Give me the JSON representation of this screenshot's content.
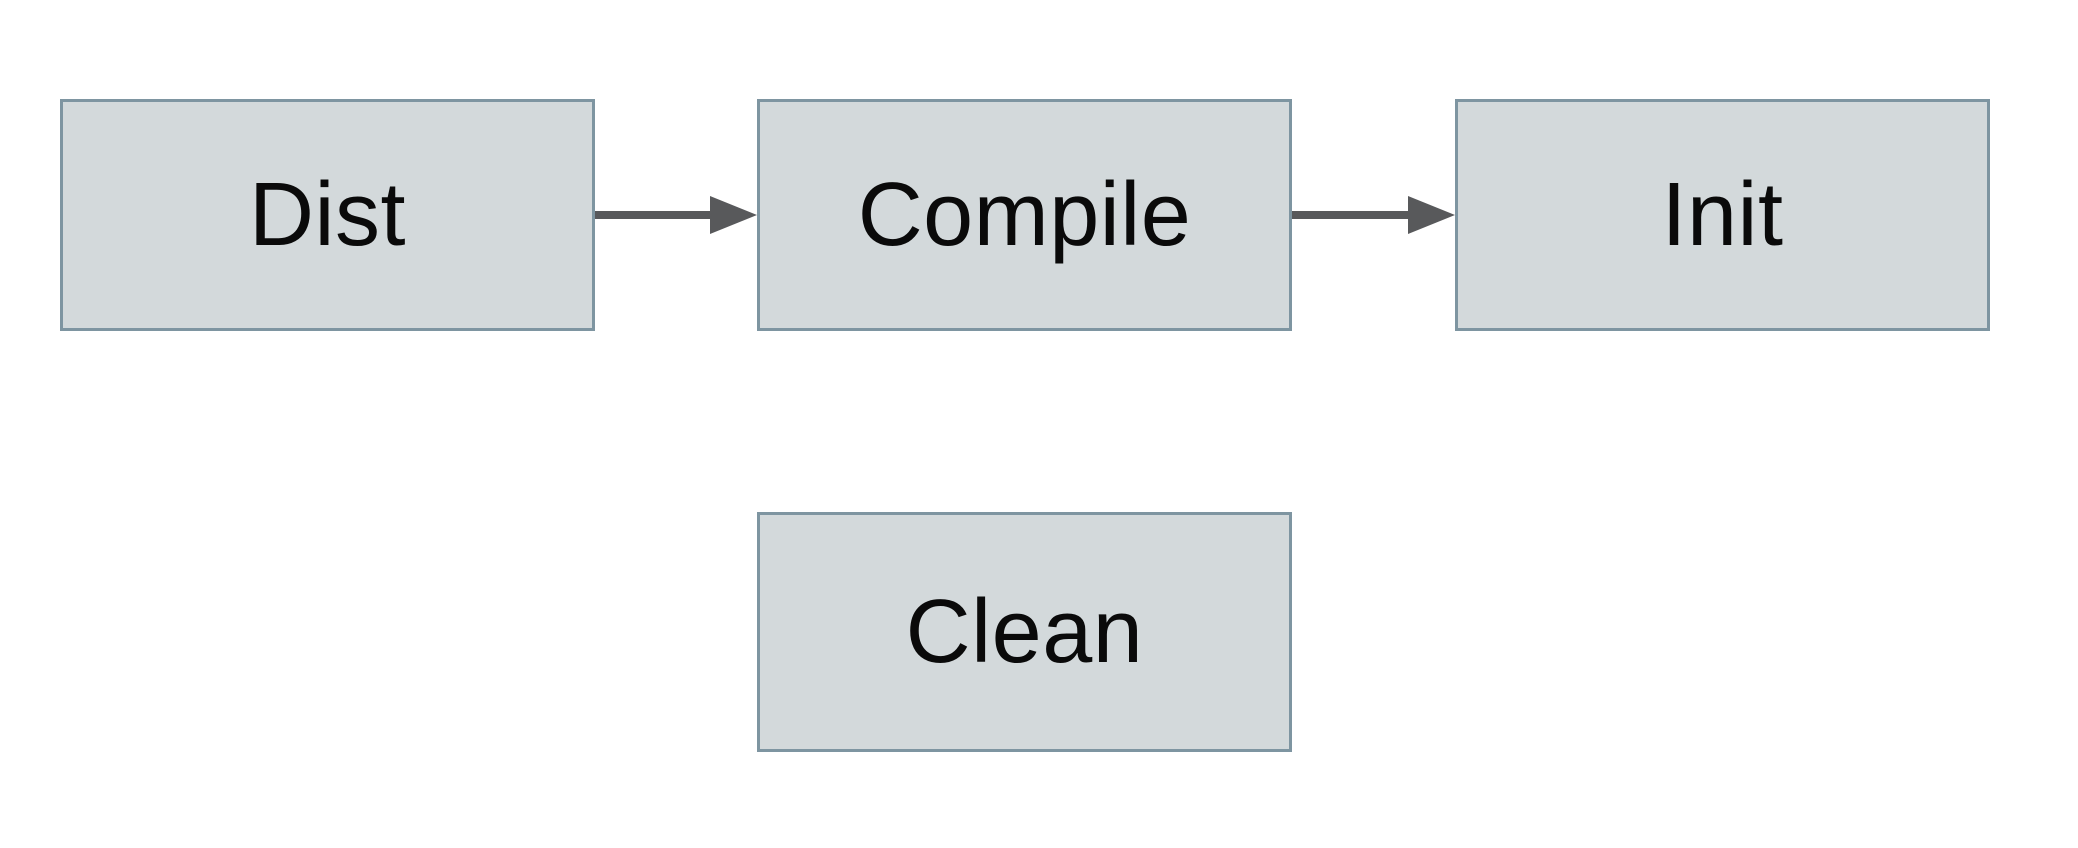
{
  "diagram": {
    "type": "flowchart",
    "background": "#ffffff",
    "nodes": [
      {
        "id": "dist",
        "label": "Dist"
      },
      {
        "id": "compile",
        "label": "Compile"
      },
      {
        "id": "init",
        "label": "Init"
      },
      {
        "id": "clean",
        "label": "Clean"
      }
    ],
    "edges": [
      {
        "from": "dist",
        "to": "compile",
        "style": "solid-arrow"
      },
      {
        "from": "compile",
        "to": "init",
        "style": "solid-arrow"
      }
    ],
    "colors": {
      "node_fill": "#d3d9db",
      "node_border": "#7e95a1",
      "arrow": "#58595b",
      "label_text": "#0a0a0a",
      "background": "#ffffff"
    }
  }
}
